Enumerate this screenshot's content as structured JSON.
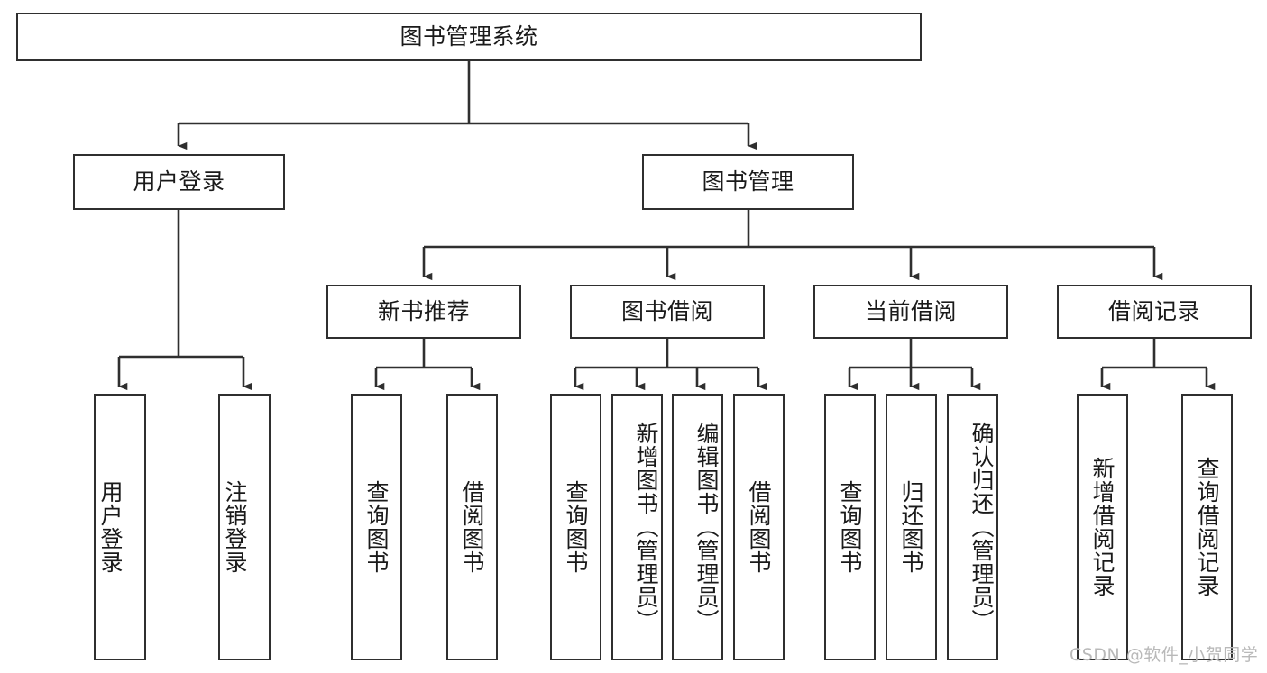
{
  "diagram": {
    "title": "图书管理系统",
    "type": "tree-hierarchy",
    "root": {
      "id": "root",
      "label": "图书管理系统"
    },
    "level2": [
      {
        "id": "user-login",
        "label": "用户登录"
      },
      {
        "id": "book-management",
        "label": "图书管理"
      }
    ],
    "level3": [
      {
        "id": "new-book-recommend",
        "label": "新书推荐",
        "parent": "book-management"
      },
      {
        "id": "book-borrow",
        "label": "图书借阅",
        "parent": "book-management"
      },
      {
        "id": "current-borrow",
        "label": "当前借阅",
        "parent": "book-management"
      },
      {
        "id": "borrow-record",
        "label": "借阅记录",
        "parent": "book-management"
      }
    ],
    "leaves": [
      {
        "id": "leaf-user-login",
        "label": "用户登录",
        "parent": "user-login"
      },
      {
        "id": "leaf-logout-login",
        "label": "注销登录",
        "parent": "user-login"
      },
      {
        "id": "leaf-query-book-recommend",
        "label": "查询图书",
        "parent": "new-book-recommend"
      },
      {
        "id": "leaf-borrow-book-recommend",
        "label": "借阅图书",
        "parent": "new-book-recommend"
      },
      {
        "id": "leaf-query-book-borrow",
        "label": "查询图书",
        "parent": "book-borrow"
      },
      {
        "id": "leaf-add-book-admin",
        "label": "新增图书（管理员）",
        "parent": "book-borrow"
      },
      {
        "id": "leaf-edit-book-admin",
        "label": "编辑图书（管理员）",
        "parent": "book-borrow"
      },
      {
        "id": "leaf-borrow-book",
        "label": "借阅图书",
        "parent": "book-borrow"
      },
      {
        "id": "leaf-query-book-current",
        "label": "查询图书",
        "parent": "current-borrow"
      },
      {
        "id": "leaf-return-book",
        "label": "归还图书",
        "parent": "current-borrow"
      },
      {
        "id": "leaf-confirm-return-admin",
        "label": "确认归还（管理员）",
        "parent": "current-borrow"
      },
      {
        "id": "leaf-add-borrow-record",
        "label": "新增借阅记录",
        "parent": "borrow-record"
      },
      {
        "id": "leaf-query-borrow-record",
        "label": "查询借阅记录",
        "parent": "borrow-record"
      }
    ]
  },
  "watermark": {
    "text": "CSDN @软件_小贺同学"
  },
  "colors": {
    "stroke": "#2f2f2f",
    "background": "#ffffff",
    "text": "#1a1a1a",
    "watermark": "#b9b9b9"
  }
}
